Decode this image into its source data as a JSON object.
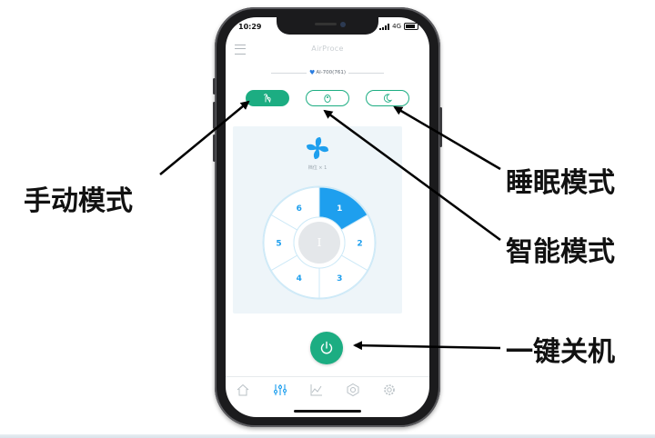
{
  "status_bar": {
    "time": "10:29",
    "network": "4G"
  },
  "app": {
    "title": "AirProce",
    "device_name": "AI-700(761)"
  },
  "modes": [
    {
      "id": "manual",
      "icon": "hand-icon",
      "active": true
    },
    {
      "id": "smart",
      "icon": "sensor-icon",
      "active": false
    },
    {
      "id": "sleep",
      "icon": "moon-icon",
      "active": false
    }
  ],
  "fan": {
    "speed_label": "档位 × 1",
    "selected_level": 1
  },
  "dial": {
    "center_label": "I",
    "levels": [
      "1",
      "2",
      "3",
      "4",
      "5",
      "6"
    ]
  },
  "tabs": [
    "home-icon",
    "sliders-icon",
    "chart-icon",
    "filter-icon",
    "settings-icon"
  ],
  "callouts": {
    "manual_mode": "手动模式",
    "sleep_mode": "睡眠模式",
    "smart_mode": "智能模式",
    "power_off": "一键关机"
  },
  "colors": {
    "accent": "#1cad82",
    "dial_active": "#1e9fee",
    "dial_text": "#1e9fee"
  }
}
